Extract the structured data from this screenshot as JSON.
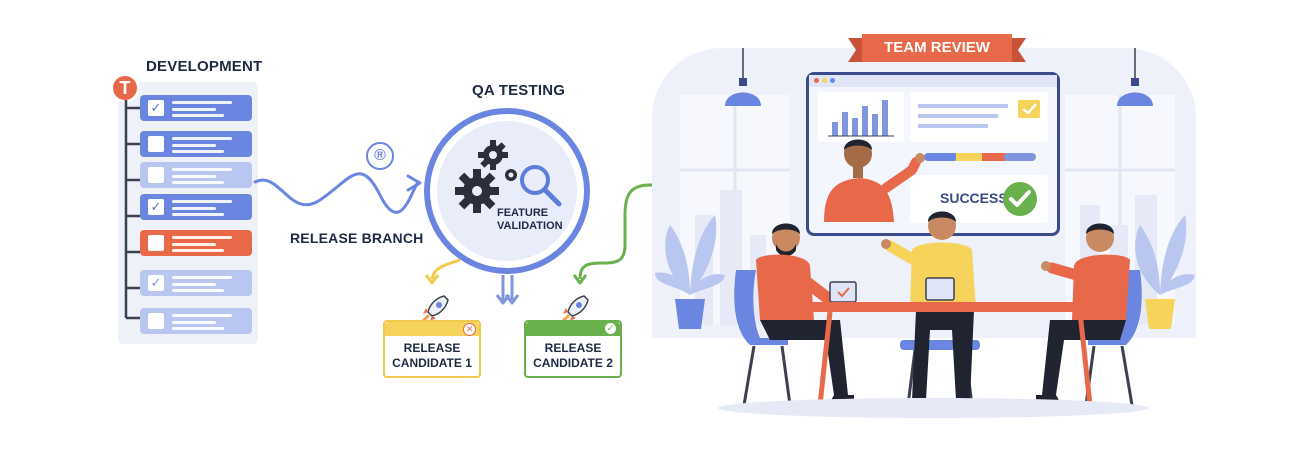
{
  "development": {
    "title": "DEVELOPMENT",
    "logo_letter": "T",
    "tasks": [
      {
        "state": "checked",
        "color": "blue"
      },
      {
        "state": "unchecked",
        "color": "blue"
      },
      {
        "state": "unchecked",
        "color": "light"
      },
      {
        "state": "checked",
        "color": "blue"
      },
      {
        "state": "unchecked",
        "color": "orange"
      },
      {
        "state": "checked",
        "color": "light"
      },
      {
        "state": "unchecked",
        "color": "light"
      }
    ]
  },
  "release_branch": {
    "label": "RELEASE BRANCH",
    "registered_mark": "®"
  },
  "qa": {
    "title": "QA TESTING",
    "center_label_line1": "FEATURE",
    "center_label_line2": "VALIDATION"
  },
  "release_candidates": [
    {
      "line1": "RELEASE",
      "line2": "CANDIDATE 1",
      "status": "rejected",
      "status_icon": "x-icon"
    },
    {
      "line1": "RELEASE",
      "line2": "CANDIDATE 2",
      "status": "approved",
      "status_icon": "check-icon"
    }
  ],
  "team_review": {
    "banner": "TEAM REVIEW",
    "screen_status": "SUCCESS"
  },
  "colors": {
    "primary_blue": "#6b86e0",
    "light_blue": "#b9c6f0",
    "orange": "#e8694a",
    "yellow": "#f6d35b",
    "green": "#6ab04c",
    "navy": "#1f2a44"
  }
}
